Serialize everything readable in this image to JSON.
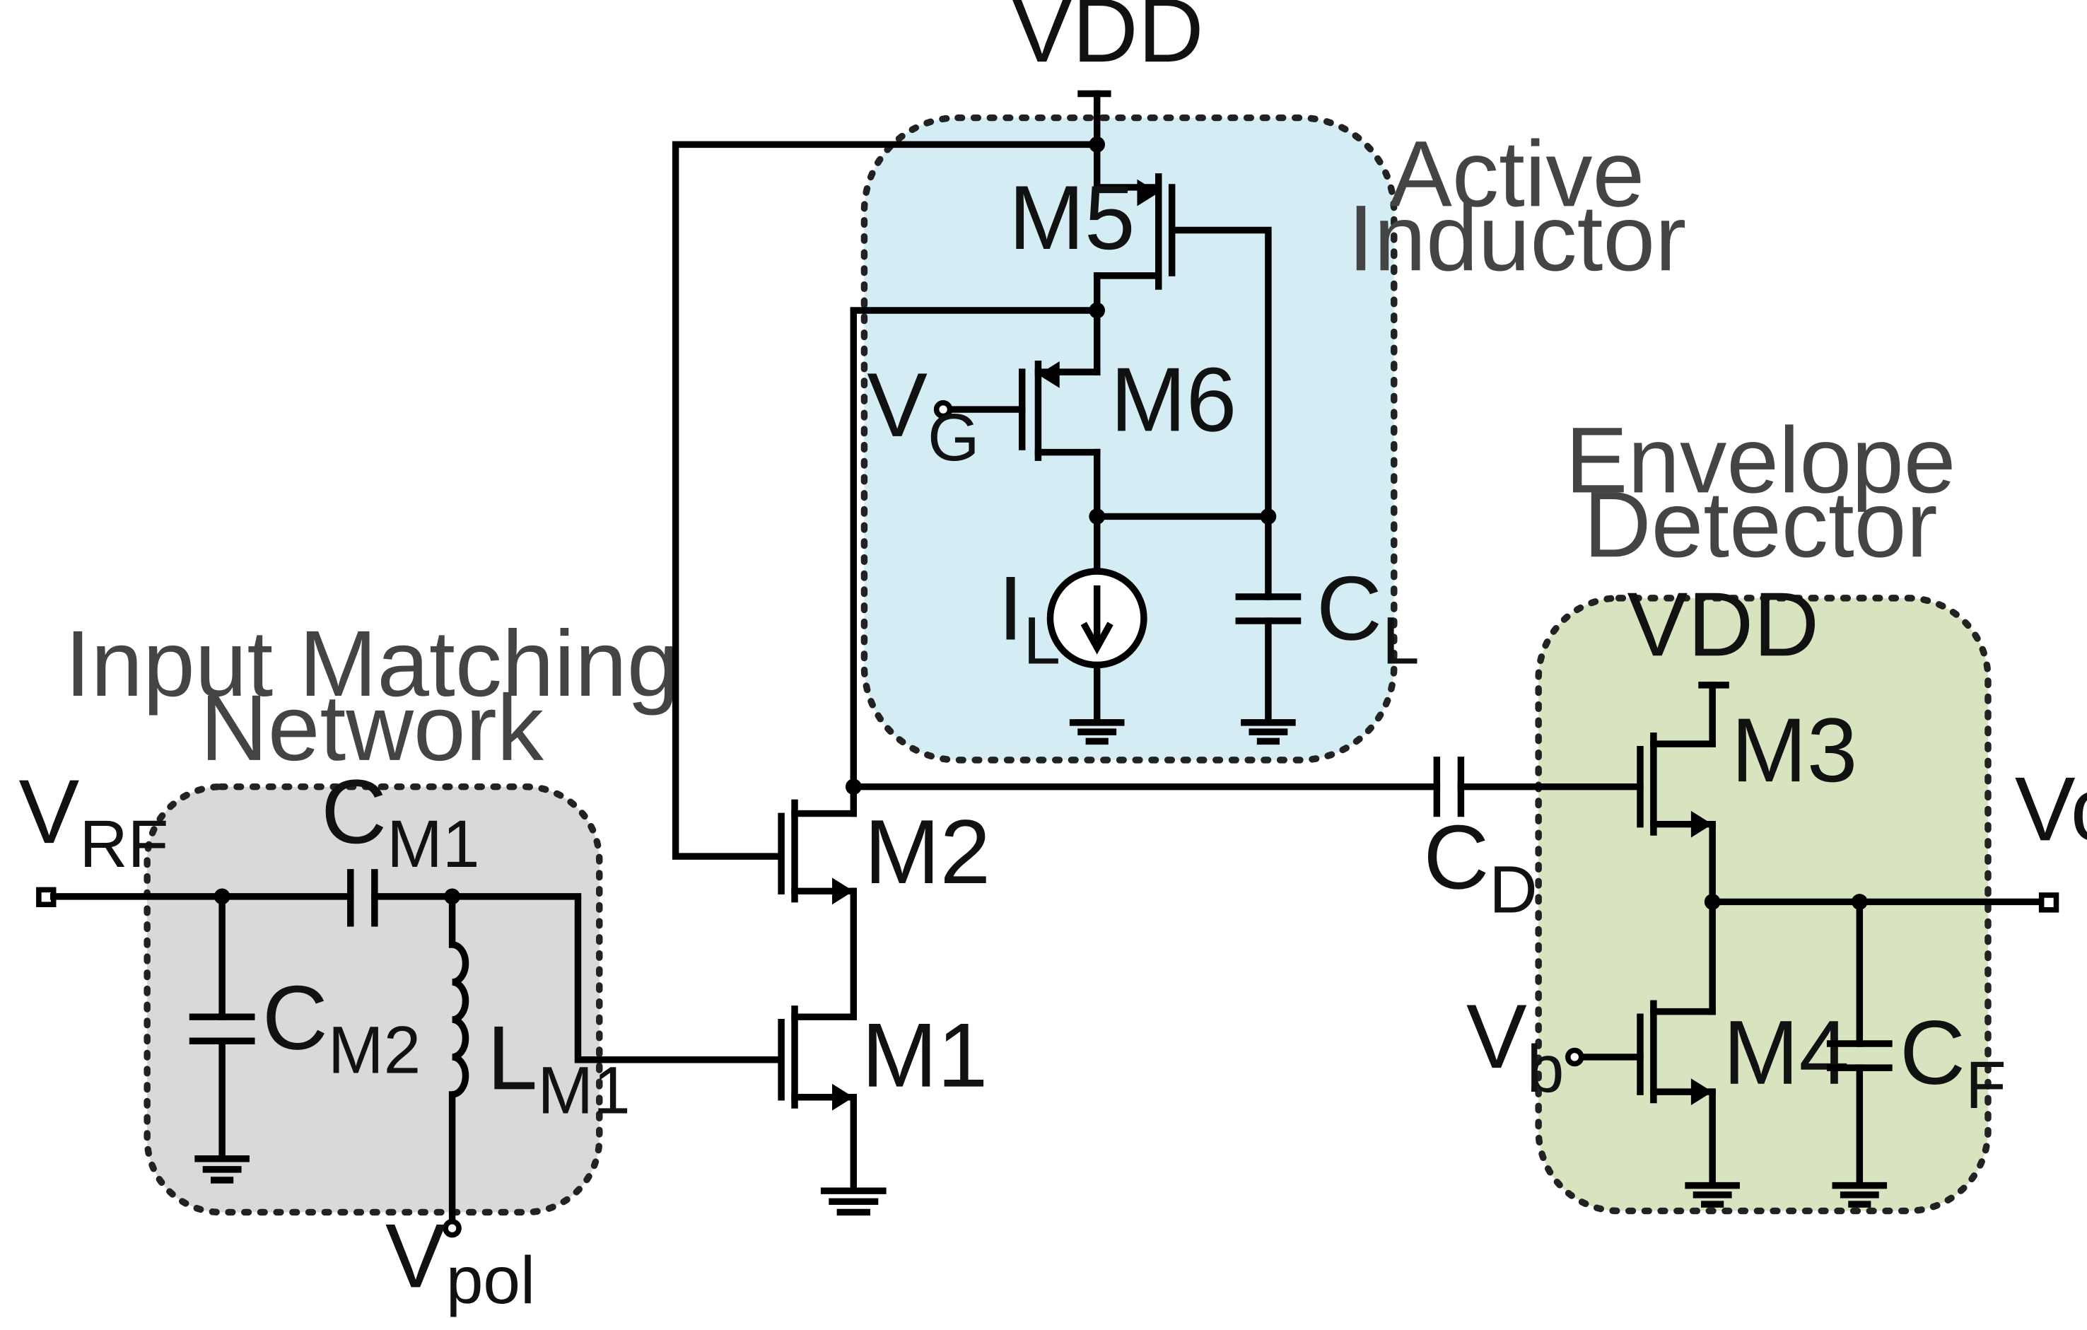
{
  "regions": {
    "input_matching": {
      "line1": "Input Matching",
      "line2": "Network",
      "fill": "#d9d9d9"
    },
    "active_inductor": {
      "line1": "Active",
      "line2": "Inductor",
      "fill": "#d4ecf3"
    },
    "envelope_detector": {
      "line1": "Envelope",
      "line2": "Detector",
      "fill": "#d7e4bf"
    }
  },
  "labels": {
    "vdd_top": "VDD",
    "vdd_env": "VDD",
    "m1": "M1",
    "m2": "M2",
    "m3": "M3",
    "m4": "M4",
    "m5": "M5",
    "m6": "M6",
    "vrf": {
      "main": "V",
      "sub": "RF"
    },
    "vpol": {
      "main": "V",
      "sub": "pol"
    },
    "vg": {
      "main": "V",
      "sub": "G"
    },
    "vb": {
      "main": "V",
      "sub": "b"
    },
    "vo": "Vo",
    "cm1": {
      "main": "C",
      "sub": "M1"
    },
    "cm2": {
      "main": "C",
      "sub": "M2"
    },
    "lm1": {
      "main": "L",
      "sub": "M1"
    },
    "il": {
      "main": "I",
      "sub": "L"
    },
    "cl": {
      "main": "C",
      "sub": "L"
    },
    "cd": {
      "main": "C",
      "sub": "D"
    },
    "cf": {
      "main": "C",
      "sub": "F"
    }
  }
}
